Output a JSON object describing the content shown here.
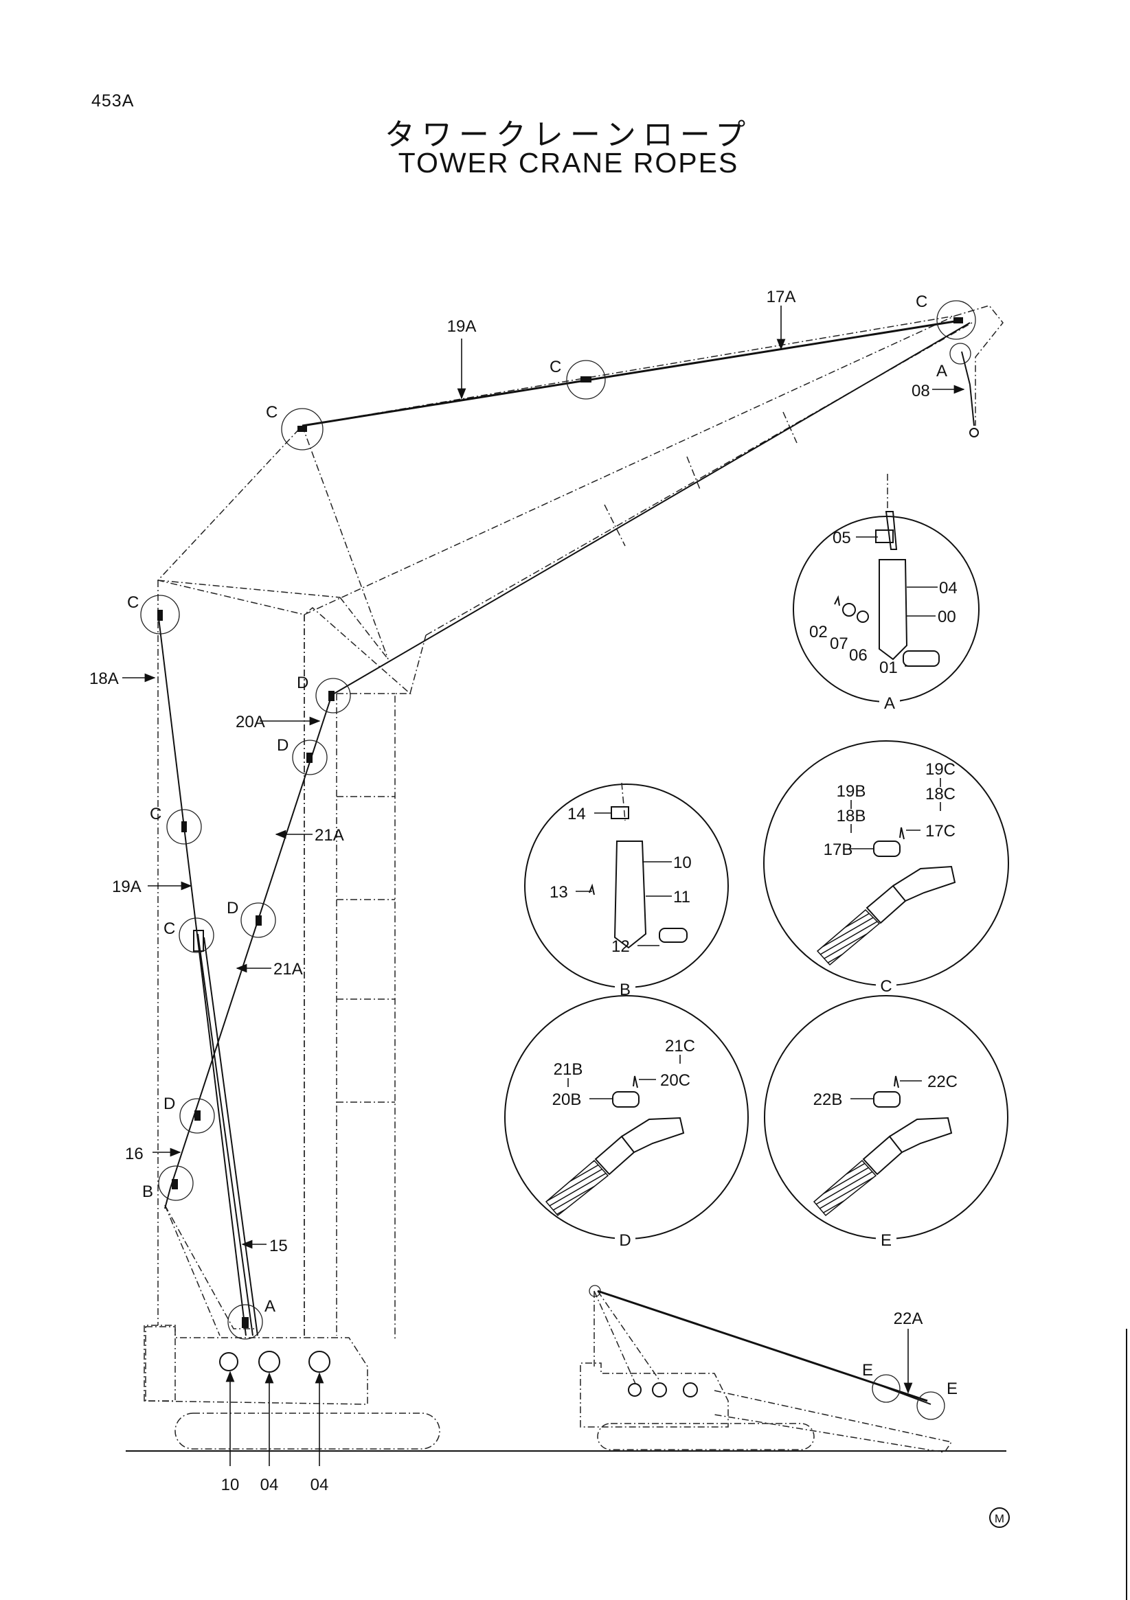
{
  "page_id": "453A",
  "title_jp": "タワークレーンロープ",
  "title_en": "TOWER CRANE ROPES",
  "mark": "M",
  "main_labels": {
    "r17A": "17A",
    "r19A_top": "19A",
    "r18A": "18A",
    "r20A": "20A",
    "r21A_upper": "21A",
    "r21A_lower": "21A",
    "r19A_side": "19A",
    "r16": "16",
    "r15": "15",
    "r08": "08",
    "b10": "10",
    "b04a": "04",
    "b04b": "04",
    "r22A": "22A"
  },
  "circle_marks": {
    "c_tip": "C",
    "c_mid": "C",
    "c_left_top": "C",
    "c_left": "C",
    "c_rope1": "C",
    "c_rope2": "C",
    "d1": "D",
    "d2": "D",
    "d3": "D",
    "d4": "D",
    "a_tip": "A",
    "a_base": "A",
    "b_base": "B",
    "e1": "E",
    "e2": "E"
  },
  "detail_A": {
    "title": "A",
    "labels": [
      "05",
      "04",
      "00",
      "02",
      "07",
      "06",
      "01"
    ]
  },
  "detail_B": {
    "title": "B",
    "labels": [
      "14",
      "10",
      "11",
      "13",
      "12"
    ]
  },
  "detail_C": {
    "title": "C",
    "labels": [
      "19B",
      "18B",
      "17B",
      "19C",
      "18C",
      "17C"
    ]
  },
  "detail_D": {
    "title": "D",
    "labels": [
      "21B",
      "20B",
      "21C",
      "20C"
    ]
  },
  "detail_E": {
    "title": "E",
    "labels": [
      "22B",
      "22C"
    ]
  }
}
